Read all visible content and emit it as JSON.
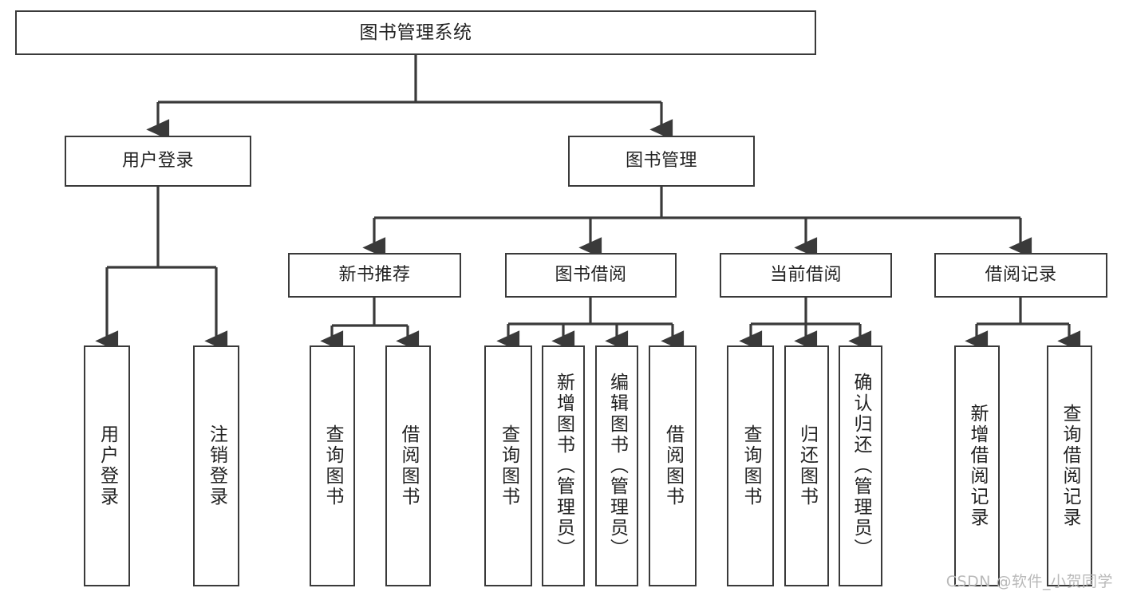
{
  "diagram": {
    "title": "图书管理系统",
    "type": "tree-hierarchy-chart",
    "watermark": "CSDN @软件_小贺同学",
    "colors": {
      "box_border": "#3a3a3a",
      "box_fill": "#ffffff",
      "connector": "#3a3a3a",
      "text": "#222222",
      "watermark": "#b9b9b9"
    },
    "root": {
      "id": "root",
      "label": "图书管理系统"
    },
    "level2": [
      {
        "id": "user-login",
        "label": "用户登录"
      },
      {
        "id": "book-manage",
        "label": "图书管理"
      }
    ],
    "level3": [
      {
        "id": "new-book-recommend",
        "label": "新书推荐",
        "parent": "book-manage"
      },
      {
        "id": "book-borrow",
        "label": "图书借阅",
        "parent": "book-manage"
      },
      {
        "id": "current-borrow",
        "label": "当前借阅",
        "parent": "book-manage"
      },
      {
        "id": "borrow-record",
        "label": "借阅记录",
        "parent": "book-manage"
      }
    ],
    "leaves": [
      {
        "id": "leaf-user-login",
        "label": "用户登录",
        "parent": "user-login"
      },
      {
        "id": "leaf-user-logout",
        "label": "注销登录",
        "parent": "user-login"
      },
      {
        "id": "leaf-rec-query",
        "label": "查询图书",
        "parent": "new-book-recommend"
      },
      {
        "id": "leaf-rec-borrow",
        "label": "借阅图书",
        "parent": "new-book-recommend"
      },
      {
        "id": "leaf-borrow-query",
        "label": "查询图书",
        "parent": "book-borrow"
      },
      {
        "id": "leaf-borrow-add",
        "label": "新增图书（管理员）",
        "parent": "book-borrow"
      },
      {
        "id": "leaf-borrow-edit",
        "label": "编辑图书（管理员）",
        "parent": "book-borrow"
      },
      {
        "id": "leaf-borrow-do",
        "label": "借阅图书",
        "parent": "book-borrow"
      },
      {
        "id": "leaf-cur-query",
        "label": "查询图书",
        "parent": "current-borrow"
      },
      {
        "id": "leaf-cur-return",
        "label": "归还图书",
        "parent": "current-borrow"
      },
      {
        "id": "leaf-cur-confirm",
        "label": "确认归还（管理员）",
        "parent": "current-borrow"
      },
      {
        "id": "leaf-rec-add",
        "label": "新增借阅记录",
        "parent": "borrow-record"
      },
      {
        "id": "leaf-rec-search",
        "label": "查询借阅记录",
        "parent": "borrow-record"
      }
    ]
  }
}
